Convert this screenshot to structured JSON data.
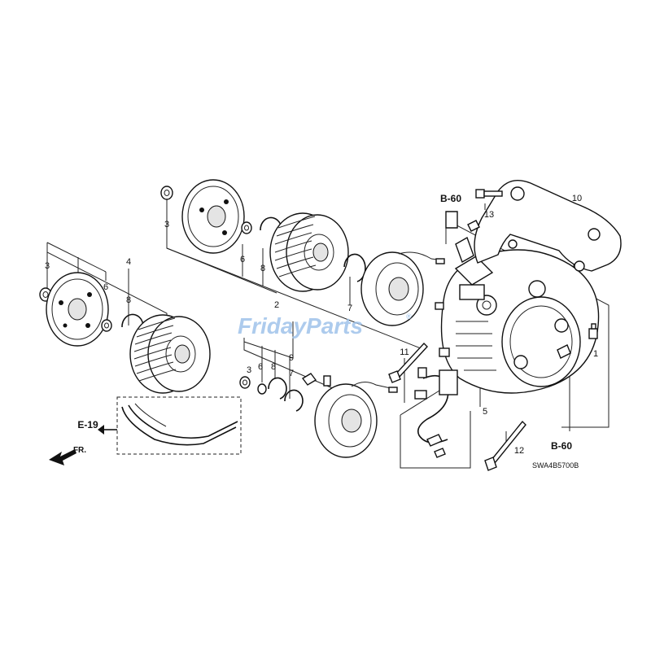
{
  "watermark": {
    "brand": "FridayParts",
    "mark": "®"
  },
  "diagram_code": "SWA4B5700B",
  "references": {
    "b60_top": "B-60",
    "b60_bottom": "B-60",
    "e19": "E-19",
    "front_arrow": "FR."
  },
  "callouts": {
    "n1": "1",
    "n2": "2",
    "n3a": "3",
    "n3b": "3",
    "n3c": "3",
    "n4": "4",
    "n5": "5",
    "n6a": "6",
    "n6b": "6",
    "n6c": "6",
    "n7a": "7",
    "n7b": "7",
    "n8a": "8",
    "n8b": "8",
    "n8c": "8",
    "n9": "9",
    "n10": "10",
    "n11": "11",
    "n12": "12",
    "n13": "13"
  }
}
